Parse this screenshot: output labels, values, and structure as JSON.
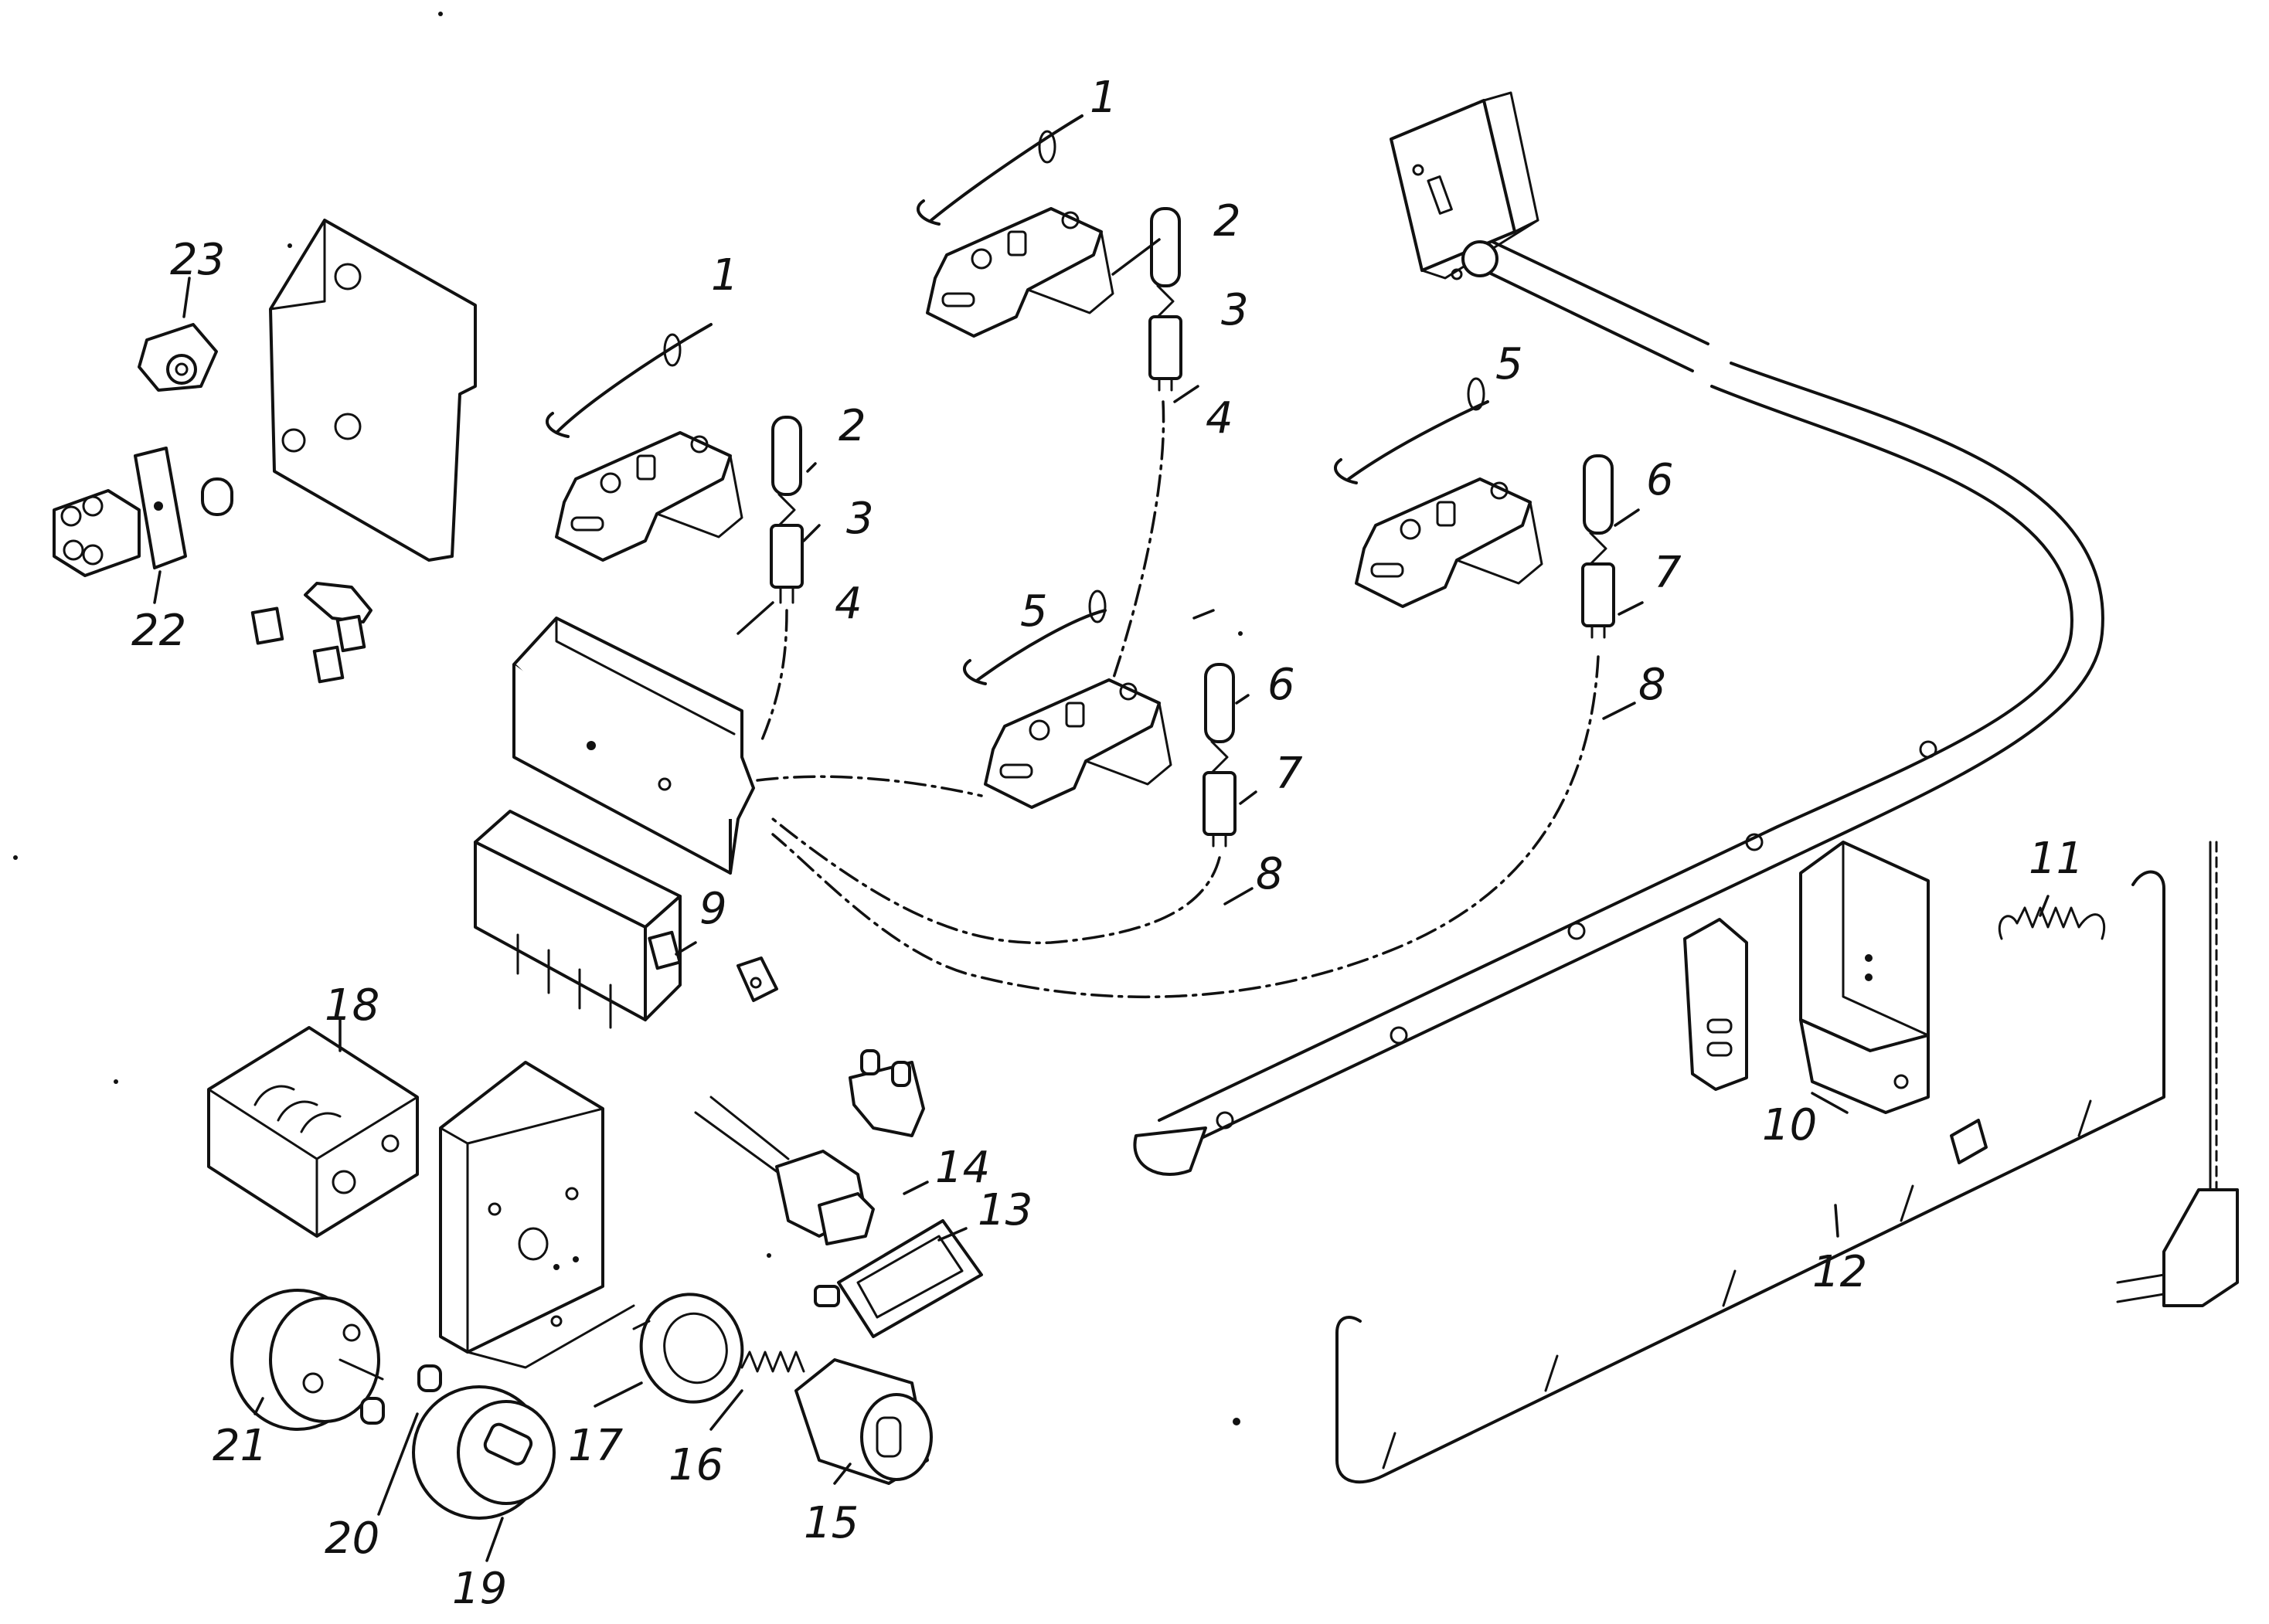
{
  "callouts": [
    {
      "id": "c1a",
      "label": "1"
    },
    {
      "id": "c1b",
      "label": "1"
    },
    {
      "id": "c2a",
      "label": "2"
    },
    {
      "id": "c2b",
      "label": "2"
    },
    {
      "id": "c3a",
      "label": "3"
    },
    {
      "id": "c3b",
      "label": "3"
    },
    {
      "id": "c4a",
      "label": "4"
    },
    {
      "id": "c4b",
      "label": "4"
    },
    {
      "id": "c5a",
      "label": "5"
    },
    {
      "id": "c5b",
      "label": "5"
    },
    {
      "id": "c6a",
      "label": "6"
    },
    {
      "id": "c6b",
      "label": "6"
    },
    {
      "id": "c7a",
      "label": "7"
    },
    {
      "id": "c7b",
      "label": "7"
    },
    {
      "id": "c8a",
      "label": "8"
    },
    {
      "id": "c8b",
      "label": "8"
    },
    {
      "id": "c9",
      "label": "9"
    },
    {
      "id": "c10",
      "label": "10"
    },
    {
      "id": "c11",
      "label": "11"
    },
    {
      "id": "c12",
      "label": "12"
    },
    {
      "id": "c13",
      "label": "13"
    },
    {
      "id": "c14",
      "label": "14"
    },
    {
      "id": "c15",
      "label": "15"
    },
    {
      "id": "c16",
      "label": "16"
    },
    {
      "id": "c17",
      "label": "17"
    },
    {
      "id": "c18",
      "label": "18"
    },
    {
      "id": "c19",
      "label": "19"
    },
    {
      "id": "c20",
      "label": "20"
    },
    {
      "id": "c21",
      "label": "21"
    },
    {
      "id": "c22",
      "label": "22"
    },
    {
      "id": "c23",
      "label": "23"
    }
  ]
}
